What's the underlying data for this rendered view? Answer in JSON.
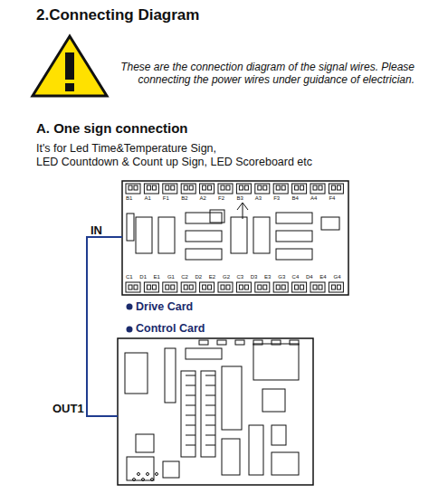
{
  "diagram": {
    "title": "2.Connecting  Diagram",
    "nodes": [
      {
        "text": [
          "Drive Card"
        ]
      },
      {
        "text": [
          "Control Card"
        ]
      }
    ],
    "edges": [
      {
        "from": 0,
        "to": 1,
        "arrow": "none"
      }
    ],
    "labels": [
      "These are the connection diagram of the signal wires. Please connecting the power wires under guidance of electrician.",
      "A. One sign connection",
      "It's for Led Time&Temperature Sign,",
      "LED  Countdown & Count up Sign, LED Scoreboard etc",
      "IN",
      "OUT1",
      "B1",
      "A1",
      "F1",
      "B2",
      "A2",
      "F2",
      "B3",
      "A3",
      "F3",
      "B4",
      "A4",
      "F4",
      "C1",
      "D1",
      "E1",
      "G1",
      "C2",
      "D2",
      "E2",
      "G2",
      "C3",
      "D3",
      "E3",
      "G3",
      "C4",
      "D4",
      "E4",
      "G4"
    ]
  }
}
